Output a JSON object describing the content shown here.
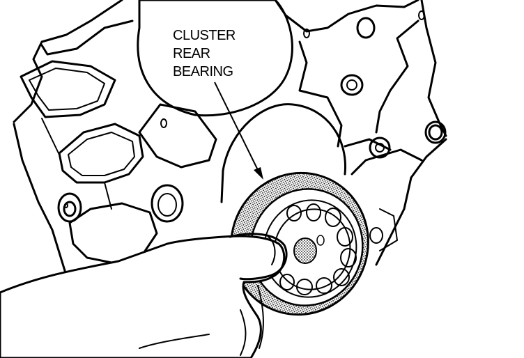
{
  "callout": {
    "lines": [
      "CLUSTER",
      "REAR",
      "BEARING"
    ]
  },
  "colors": {
    "ink": "#000000",
    "paper": "#ffffff"
  }
}
